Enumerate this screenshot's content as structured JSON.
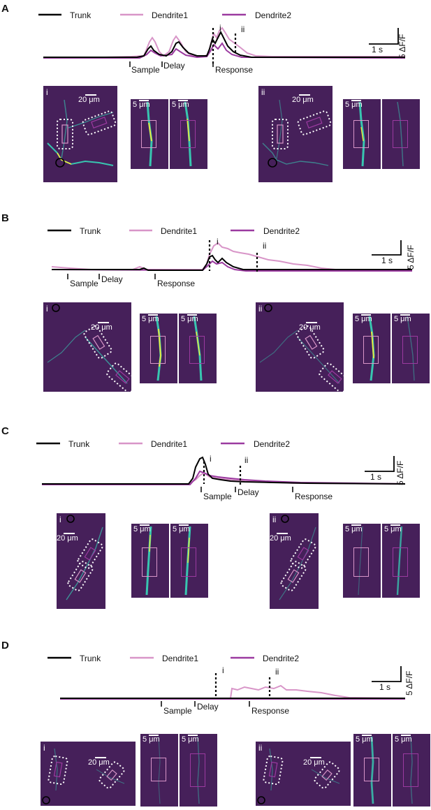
{
  "legend": {
    "trunk": "Trunk",
    "dendrite1": "Dendrite1",
    "dendrite2": "Dendrite2"
  },
  "colors": {
    "trunk": "#000000",
    "dendrite1": "#d895c8",
    "dendrite2": "#9b3aa0",
    "field": "#46205a",
    "cell": "#38c5b0",
    "hot": "#f1ea3b"
  },
  "scale": {
    "time": "1 s",
    "signal": "5 ΔF/F",
    "field_um": "20 μm",
    "zoom_um": "5 μm"
  },
  "epochs": {
    "sample": "Sample",
    "delay": "Delay",
    "response": "Response"
  },
  "timepoints": {
    "i": "i",
    "ii": "ii"
  },
  "panels": [
    {
      "letter": "A"
    },
    {
      "letter": "B"
    },
    {
      "letter": "C"
    },
    {
      "letter": "D"
    }
  ]
}
